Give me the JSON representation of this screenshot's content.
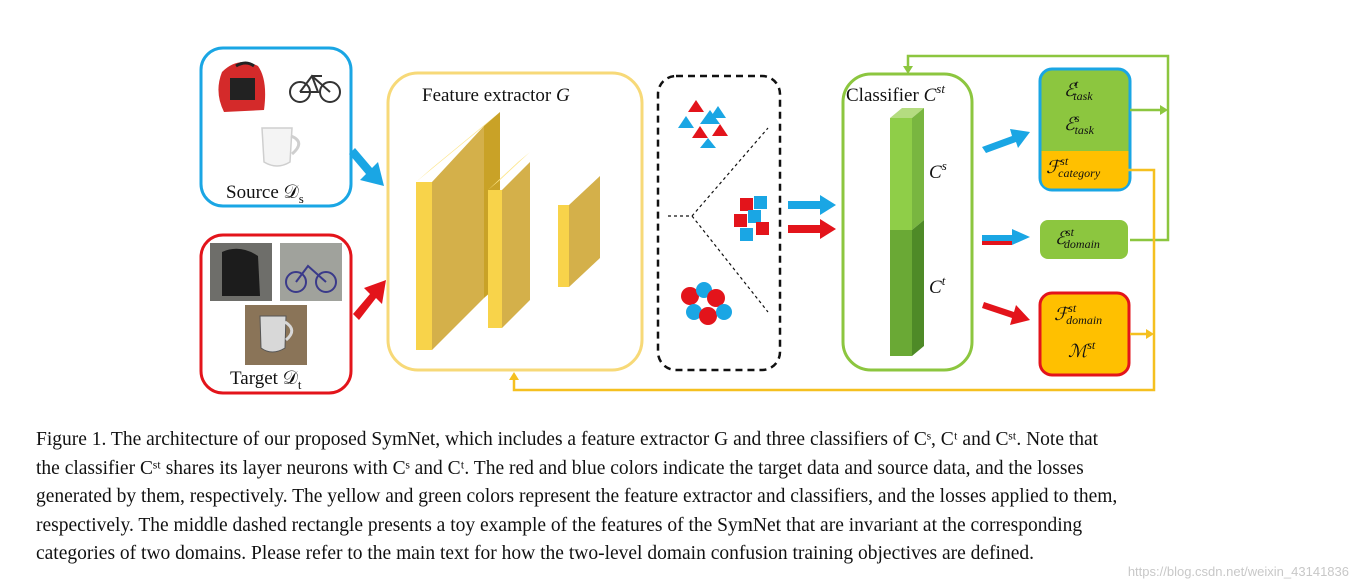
{
  "diagram": {
    "source_label": "Source 𝒟",
    "source_sub": "s",
    "target_label": "Target 𝒟",
    "target_sub": "t",
    "feature_extractor_label": "Feature extractor",
    "feature_extractor_symbol": "G",
    "classifier_label": "Classifier",
    "classifier_symbol": "C",
    "classifier_sup": "st",
    "cs_label": "C",
    "cs_sup": "s",
    "ct_label": "C",
    "ct_sup": "t",
    "losses": {
      "task_t": {
        "sym": "ℰ",
        "sup": "t",
        "sub": "task"
      },
      "task_s": {
        "sym": "ℰ",
        "sup": "s",
        "sub": "task"
      },
      "category": {
        "sym": "ℱ",
        "sup": "st",
        "sub": "category"
      },
      "domain_e": {
        "sym": "ℰ",
        "sup": "st",
        "sub": "domain"
      },
      "domain_f": {
        "sym": "ℱ",
        "sup": "st",
        "sub": "domain"
      },
      "m": {
        "sym": "ℳ",
        "sup": "st"
      }
    },
    "colors": {
      "source_blue": "#1aa6e4",
      "target_red": "#e3141b",
      "extractor_yellow": "#f5c842",
      "classifier_green": "#8cc63f",
      "loss_orange": "#ffc000"
    }
  },
  "caption": {
    "line1": "Figure 1. The architecture of our proposed SymNet, which includes a feature extractor G and three classifiers of Cˢ, Cᵗ and Cˢᵗ. Note that",
    "line2": "the classifier Cˢᵗ shares its layer neurons with Cˢ and Cᵗ. The red and blue colors indicate the target data and source data, and the losses",
    "line3": "generated by them, respectively. The yellow and green colors represent the feature extractor and classifiers, and the losses applied to them,",
    "line4": "respectively.  The middle dashed rectangle presents a toy example of the features of the SymNet that are invariant at the corresponding",
    "line5": "categories of two domains. Please refer to the main text for how the two-level domain confusion training objectives are defined."
  },
  "watermark": "https://blog.csdn.net/weixin_43141836"
}
